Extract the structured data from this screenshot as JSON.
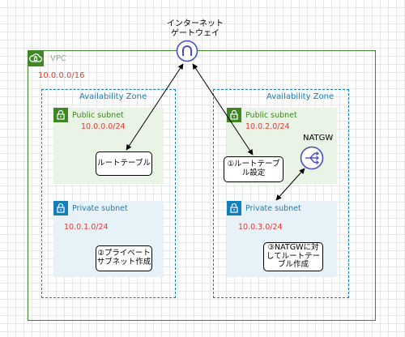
{
  "internet_gateway": {
    "label": "インターネット\nゲートウェイ"
  },
  "vpc": {
    "label": "VPC",
    "cidr": "10.0.0.0/16"
  },
  "availability_zones": [
    {
      "label": "Availability Zone",
      "public_subnet": {
        "label": "Public subnet",
        "cidr": "10.0.0.0/24",
        "note": "ルートテーブル"
      },
      "private_subnet": {
        "label": "Private subnet",
        "cidr": "10.0.1.0/24",
        "note": "②プライベート\nサブネット作成"
      }
    },
    {
      "label": "Availability Zone",
      "public_subnet": {
        "label": "Public subnet",
        "cidr": "10.0.2.0/24",
        "note": "①ルートテーブ\nル設定"
      },
      "private_subnet": {
        "label": "Private subnet",
        "cidr": "10.0.3.0/24",
        "note": "③NATGWに対\nしてルートテー\nブル作成"
      }
    }
  ],
  "nat_gateway": {
    "label": "NATGW"
  },
  "colors": {
    "vpc_border": "#3f8624",
    "az_border": "#147eba",
    "public_fill": "#e9f3e6",
    "private_fill": "#e6f2f8",
    "cidr_text": "#e53935",
    "gateway_icon": "#4a4fc4"
  },
  "icons": {
    "vpc": "cloud-icon",
    "public_subnet": "lock-icon",
    "private_subnet": "lock-icon",
    "internet_gateway": "internet-gateway-icon",
    "nat_gateway": "nat-gateway-icon"
  }
}
